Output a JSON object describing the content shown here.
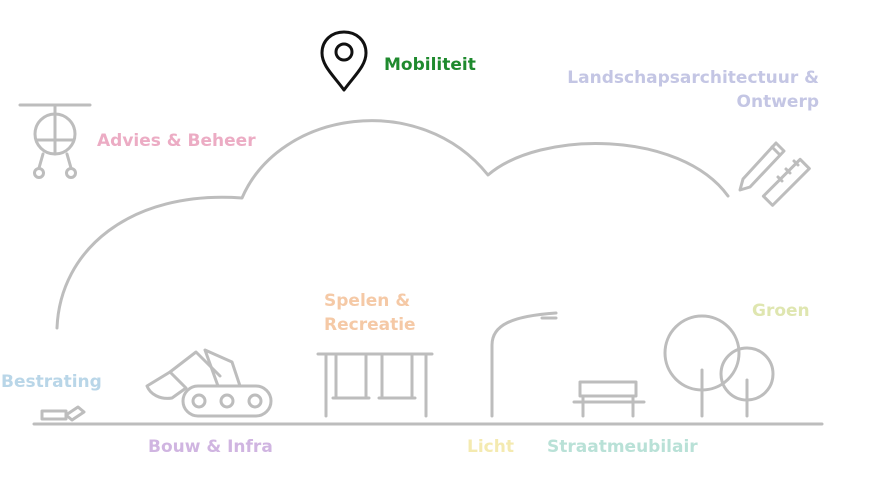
{
  "colors": {
    "line": "#bdbdbd",
    "active": "#1f8a2e",
    "pin": "#111111"
  },
  "categories": [
    {
      "id": "mobiliteit",
      "label": "Mobiliteit",
      "color": "#1f8a2e",
      "active": true
    },
    {
      "id": "advies",
      "label": "Advies & Beheer",
      "color": "#ecacc4",
      "active": false
    },
    {
      "id": "landschap",
      "label_line1": "Landschapsarchitectuur &",
      "label_line2": "Ontwerp",
      "color": "#c4c6e4",
      "active": false
    },
    {
      "id": "spelen",
      "label_line1": "Spelen &",
      "label_line2": "Recreatie",
      "color": "#f5c9a6",
      "active": false
    },
    {
      "id": "groen",
      "label": "Groen",
      "color": "#dfe6b0",
      "active": false
    },
    {
      "id": "bestrating",
      "label": "Bestrating",
      "color": "#b9d6e8",
      "active": false
    },
    {
      "id": "bouw",
      "label": "Bouw & Infra",
      "color": "#d0b5e1",
      "active": false
    },
    {
      "id": "licht",
      "label": "Licht",
      "color": "#f4eab0",
      "active": false
    },
    {
      "id": "straat",
      "label": "Straatmeubilair",
      "color": "#b9e1d7",
      "active": false
    }
  ]
}
